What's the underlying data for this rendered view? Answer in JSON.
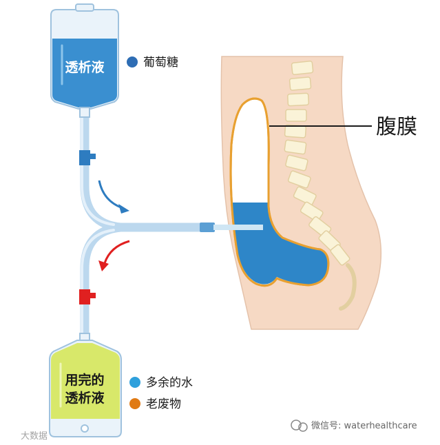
{
  "bags": {
    "fresh": {
      "label": "透析液"
    },
    "used": {
      "line1": "用完的",
      "line2": "透析液"
    }
  },
  "legend": {
    "glucose": {
      "label": "葡萄糖",
      "color": "#2e6db4"
    },
    "excess_water": {
      "label": "多余的水",
      "color": "#2ea0dc"
    },
    "waste": {
      "label": "老废物",
      "color": "#e07a14"
    }
  },
  "callout": {
    "label": "腹膜"
  },
  "arrows": {
    "inflow": {
      "color": "#2e7cc0"
    },
    "outflow": {
      "color": "#e02020"
    }
  },
  "clamps": {
    "upper": {
      "color": "#2e7cc0"
    },
    "lower": {
      "color": "#e02020"
    }
  },
  "colors": {
    "fresh_fluid": "#3a8fd0",
    "used_fluid": "#d8e86a",
    "tube": "#bcd8ee",
    "body": "#f6d9c4",
    "peritoneum_outline": "#e8a030"
  },
  "watermarks": {
    "wechat": "微信号: waterhealthcare",
    "left": "大数据"
  }
}
